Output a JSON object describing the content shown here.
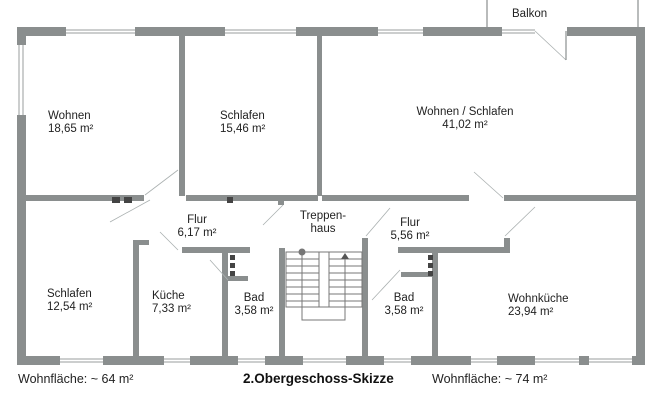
{
  "title": "2.Obergeschoss-Skizze",
  "balcony_label": "Balkon",
  "left_unit": {
    "living_area_label": "Wohnfläche: ~ 64 m²",
    "rooms": [
      {
        "name": "Wohnen",
        "area": "18,65 m²"
      },
      {
        "name": "Schlafen",
        "area": "15,46 m²"
      },
      {
        "name": "Flur",
        "area": "6,17 m²"
      },
      {
        "name": "Schlafen",
        "area": "12,54 m²"
      },
      {
        "name": "Küche",
        "area": "7,33 m²"
      },
      {
        "name": "Bad",
        "area": "3,58 m²"
      }
    ]
  },
  "stairwell": {
    "name_line1": "Treppen-",
    "name_line2": "haus"
  },
  "right_unit": {
    "living_area_label": "Wohnfläche: ~ 74 m²",
    "rooms": [
      {
        "name": "Wohnen / Schlafen",
        "area": "41,02 m²"
      },
      {
        "name": "Flur",
        "area": "5,56 m²"
      },
      {
        "name": "Bad",
        "area": "3,58 m²"
      },
      {
        "name": "Wohnküche",
        "area": "23,94 m²"
      }
    ]
  },
  "colors": {
    "wall": "#8a8e8e",
    "text": "#222222",
    "background": "#ffffff"
  }
}
